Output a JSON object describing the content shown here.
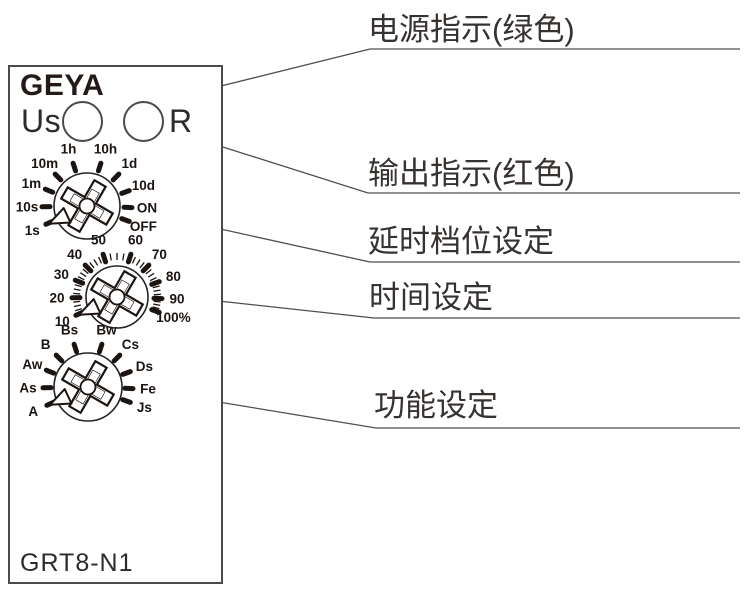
{
  "panel": {
    "logo": "GEYA",
    "model": "GRT8-N1",
    "power_led_label": "Us",
    "reset_led_label": "R"
  },
  "dials": [
    {
      "name": "delay-range-dial",
      "labels": [
        "1s",
        "10s",
        "1m",
        "10m",
        "1h",
        "10h",
        "1d",
        "10d",
        "ON",
        "OFF"
      ],
      "minor_ticks": false
    },
    {
      "name": "time-setting-dial",
      "labels": [
        "10",
        "20",
        "30",
        "40",
        "50",
        "60",
        "70",
        "80",
        "90",
        "100%"
      ],
      "minor_ticks": true
    },
    {
      "name": "function-dial",
      "labels": [
        "A",
        "As",
        "Aw",
        "B",
        "Bs",
        "Bw",
        "Cs",
        "Ds",
        "Fe",
        "Js"
      ],
      "minor_ticks": false
    }
  ],
  "annotations": [
    {
      "label": "电源指示(绿色)"
    },
    {
      "label": "输出指示(红色)"
    },
    {
      "label": "延时档位设定"
    },
    {
      "label": "时间设定"
    },
    {
      "label": "功能设定"
    }
  ],
  "colors": {
    "line": "#4f4f4f",
    "panel_border": "#4e4a49",
    "dial_art": "#1b1411",
    "text": "#363230",
    "logo": "#241b18"
  }
}
